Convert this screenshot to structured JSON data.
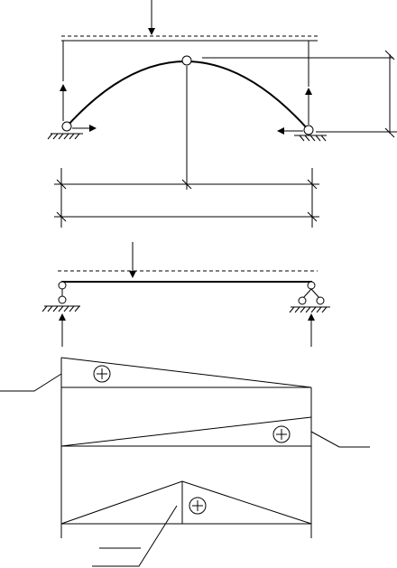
{
  "figures": {
    "arch": {
      "hinges": 3,
      "support_reactions": [
        "vertical",
        "horizontal"
      ]
    },
    "beam": {
      "supports": [
        "fixed-pin",
        "roller"
      ]
    },
    "internal_force_diagrams": [
      {
        "id": "upper",
        "sign": "+"
      },
      {
        "id": "middle",
        "sign": "+"
      },
      {
        "id": "lower",
        "sign": "+"
      }
    ]
  },
  "icons": {
    "sign_symbol": "circled-plus-icon",
    "hinge": "circle-icon"
  }
}
